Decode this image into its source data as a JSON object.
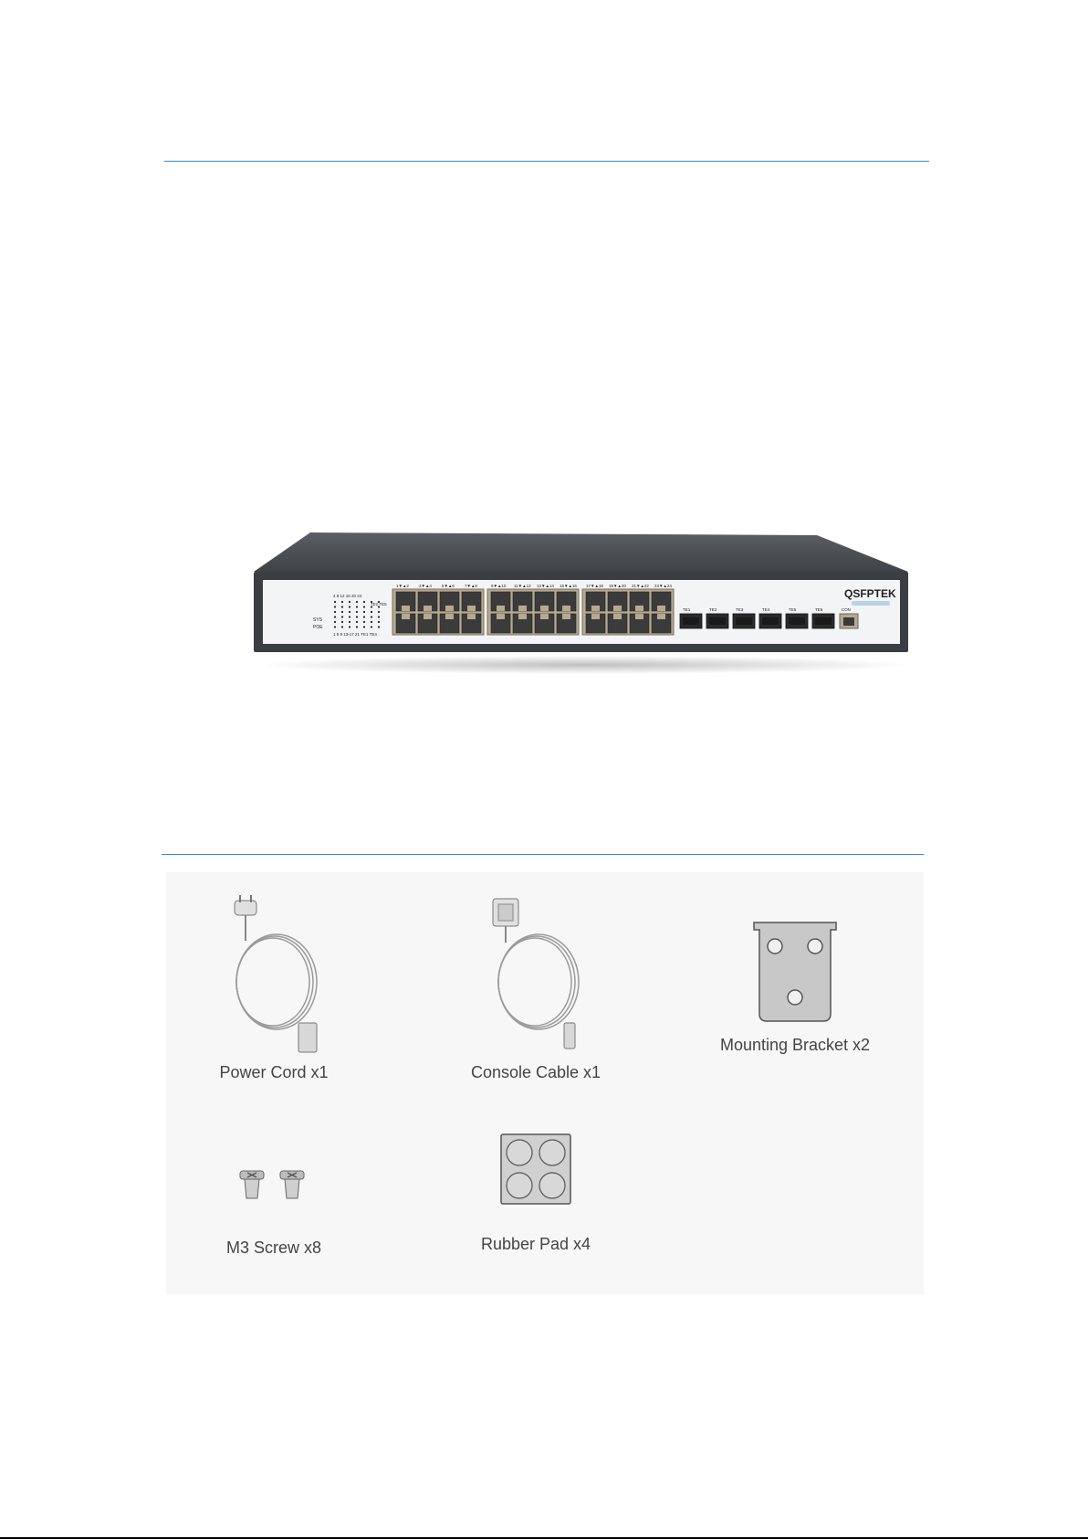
{
  "switch": {
    "brand": "QSFPTEK",
    "led_labels": [
      "SYS",
      "POE"
    ],
    "led_top_numbers": "4  8  12 16 20 24",
    "led_bottom_numbers": "1  5  9  13-17 21 TE1 TE4",
    "te_header": "TE2 TE5",
    "rj45_group_labels": [
      "1▼▲2",
      "3▼▲4",
      "5▼▲6",
      "7▼▲8",
      "9▼▲10",
      "11▼▲12",
      "13▼▲14",
      "15▼▲16",
      "17▼▲18",
      "19▼▲20",
      "21▼▲22",
      "23▼▲24"
    ],
    "sfp_labels": [
      "TE1",
      "TE2",
      "TE3",
      "TE4",
      "TE5",
      "TE6"
    ],
    "console_label": "CON"
  },
  "accessories": [
    {
      "label": "Power Cord x1",
      "icon": "power-cord-icon"
    },
    {
      "label": "Console Cable x1",
      "icon": "console-cable-icon"
    },
    {
      "label": "Mounting Bracket x2",
      "icon": "mounting-bracket-icon"
    },
    {
      "label": "M3 Screw x8",
      "icon": "m3-screw-icon"
    },
    {
      "label": "Rubber Pad x4",
      "icon": "rubber-pad-icon"
    }
  ],
  "colors": {
    "rule": "#2f8fd8",
    "switch_body": "#4a4d52",
    "switch_face": "#f3f4f6",
    "port_gold": "#b6a98f"
  }
}
